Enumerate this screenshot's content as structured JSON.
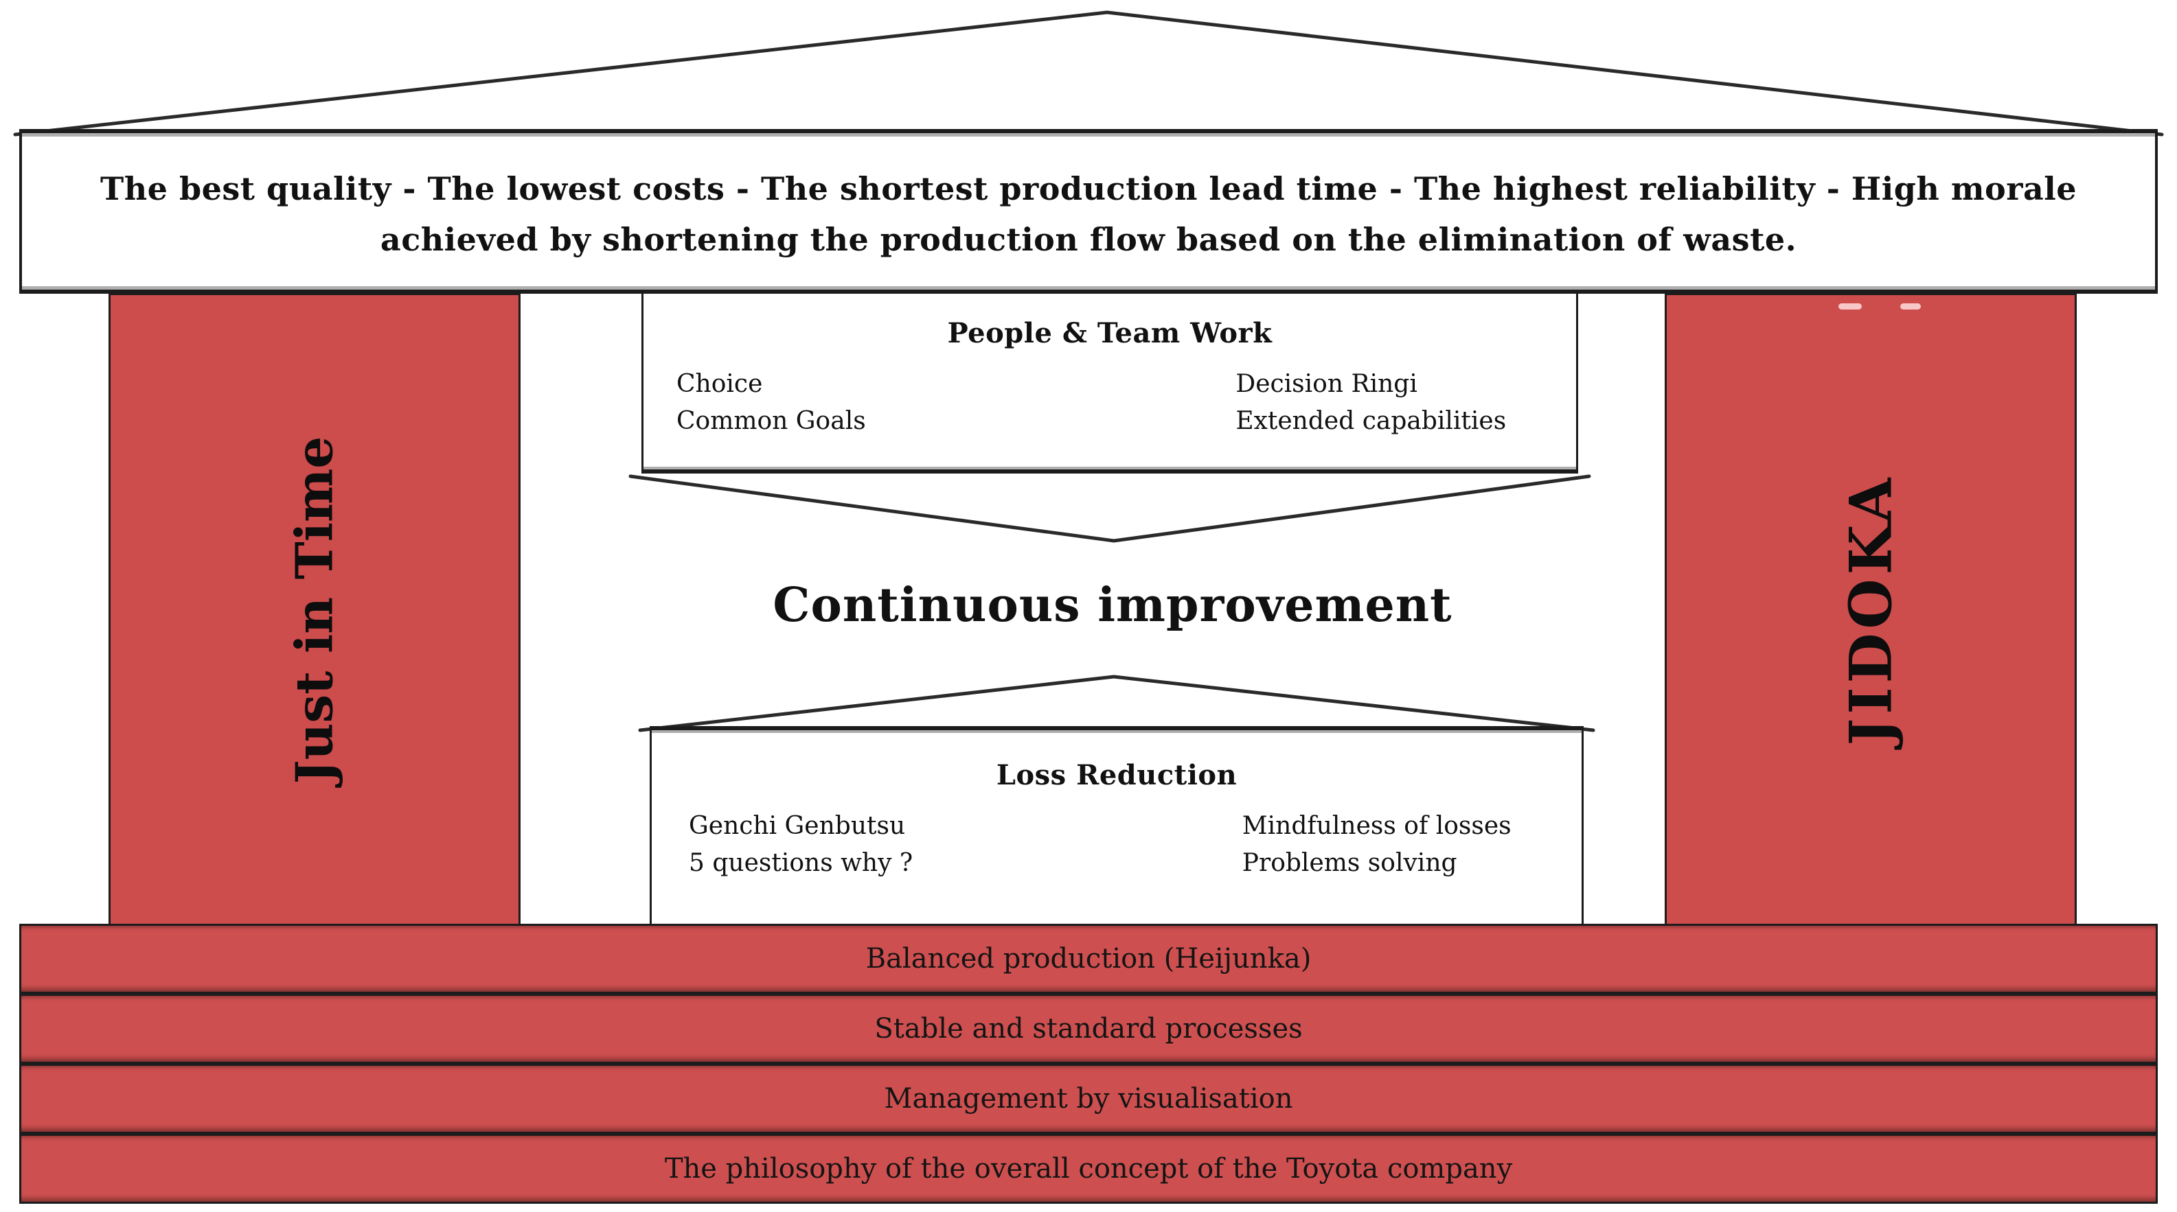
{
  "banner": {
    "line1": "The best quality - The lowest costs - The shortest production lead time - The highest reliability - High morale",
    "line2": "achieved by shortening the production flow based on the elimination of waste."
  },
  "pillars": {
    "left_label": "Just in Time",
    "right_label": "JIDOKA"
  },
  "people_box": {
    "title": "People & Team Work",
    "left_items": [
      "Choice",
      "Common Goals"
    ],
    "right_items": [
      "Decision Ringi",
      "Extended capabilities"
    ]
  },
  "center_label": "Continuous improvement",
  "loss_box": {
    "title": "Loss Reduction",
    "left_items": [
      "Genchi Genbutsu",
      "5 questions why ?"
    ],
    "right_items": [
      "Mindfulness of losses",
      "Problems solving"
    ]
  },
  "foundation": [
    "Balanced production (Heijunka)",
    "Stable and standard processes",
    "Management by visualisation",
    "The philosophy of the overall concept of the Toyota company"
  ],
  "colors": {
    "pillar_red": "#cd4c4c",
    "foundation_red": "#ce4f4f",
    "line": "#2a2a2a",
    "border": "#1c1c1c"
  }
}
